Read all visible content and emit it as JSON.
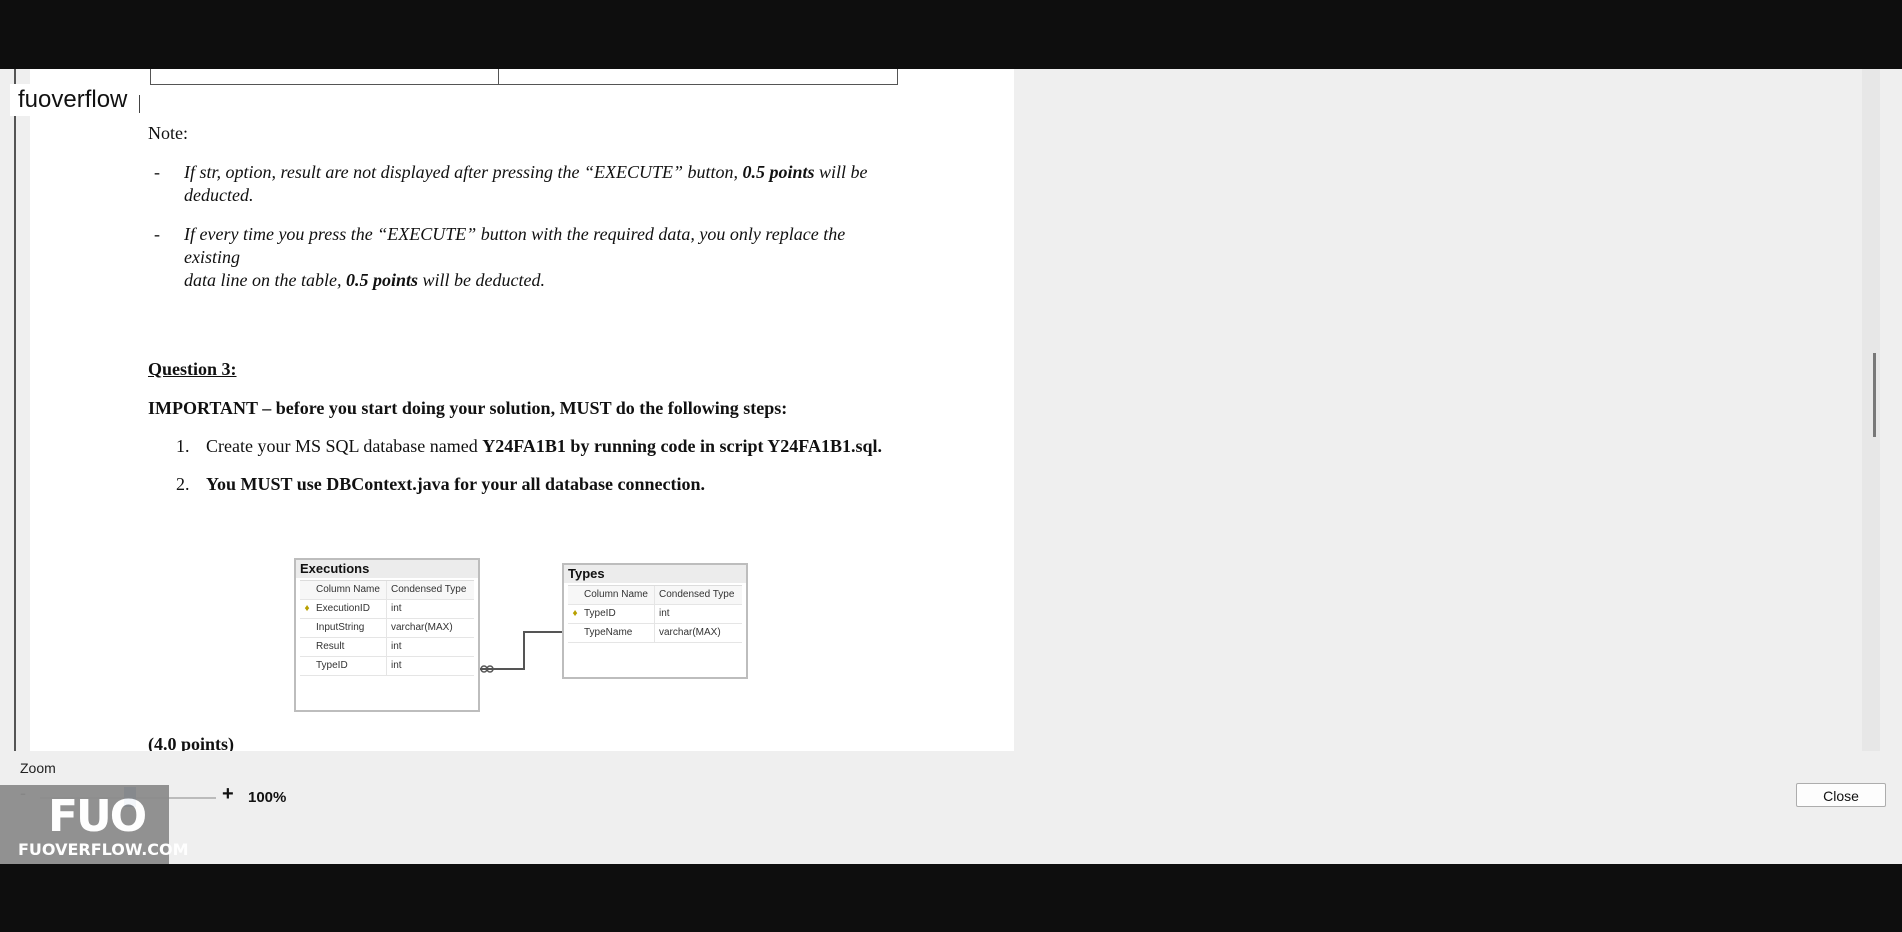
{
  "watermark": {
    "label": "fuoverflow"
  },
  "document": {
    "note_label": "Note:",
    "bullets": [
      {
        "dash": "-",
        "line1": " If str, option, result are not displayed after pressing the “EXECUTE” button, ",
        "bold1": "0.5 points",
        "line1_end": " will be",
        "line2": "deducted."
      },
      {
        "dash": "-",
        "line1": "If every time you press the “EXECUTE” button with the required data, you only replace the existing",
        "line2_start": "data line on the table, ",
        "bold2": "0.5 points",
        "line2_end": " will be deducted."
      }
    ],
    "question_title": "Question 3:",
    "important": "IMPORTANT – before you start doing your solution, MUST do the following steps:",
    "steps": [
      {
        "num": "1.",
        "text_start": "Create your MS SQL database named ",
        "bold": "Y24FA1B1 by running code in script Y24FA1B1.sql."
      },
      {
        "num": "2.",
        "bold": "You MUST use DBContext.java for your all database connection."
      }
    ],
    "points": "(4.0 points)"
  },
  "diagram": {
    "tables": [
      {
        "name": "Executions",
        "header": [
          "Column Name",
          "Condensed Type"
        ],
        "rows": [
          {
            "key": true,
            "name": "ExecutionID",
            "type": "int"
          },
          {
            "key": false,
            "name": "InputString",
            "type": "varchar(MAX)"
          },
          {
            "key": false,
            "name": "Result",
            "type": "int"
          },
          {
            "key": false,
            "name": "TypeID",
            "type": "int"
          }
        ]
      },
      {
        "name": "Types",
        "header": [
          "Column Name",
          "Condensed Type"
        ],
        "rows": [
          {
            "key": true,
            "name": "TypeID",
            "type": "int"
          },
          {
            "key": false,
            "name": "TypeName",
            "type": "varchar(MAX)"
          }
        ]
      }
    ]
  },
  "zoom": {
    "label": "Zoom",
    "minus": "-",
    "plus": "+",
    "value": "100%",
    "level_percent": 100
  },
  "close_button": "Close",
  "logo": {
    "mark": "FUO",
    "text": "FUOVERFLOW.COM"
  },
  "icons": [
    "key-icon",
    "relationship-connector-icon"
  ]
}
